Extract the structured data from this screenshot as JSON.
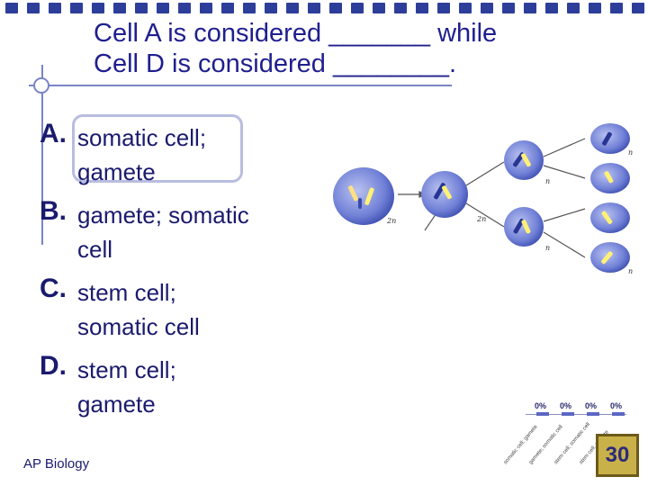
{
  "question": {
    "line1": "Cell A is considered _______ while",
    "line2": "Cell D is considered ________."
  },
  "options": [
    {
      "letter": "A.",
      "line1": "somatic cell;",
      "line2": "gamete"
    },
    {
      "letter": "B.",
      "line1": "gamete; somatic",
      "line2": "cell"
    },
    {
      "letter": "C.",
      "line1": "stem cell;",
      "line2": "somatic cell"
    },
    {
      "letter": "D.",
      "line1": "stem cell;",
      "line2": "gamete"
    }
  ],
  "footer": {
    "course": "AP Biology"
  },
  "diagram": {
    "labels": [
      "2n",
      "2n",
      "n",
      "n",
      "n",
      "n"
    ]
  },
  "responses": {
    "percents": [
      "0%",
      "0%",
      "0%",
      "0%"
    ],
    "values": [
      0,
      0,
      0,
      0
    ],
    "labels": [
      "somatic cell; gamete",
      "gamete; somatic cell",
      "stem cell; somatic cell",
      "stem cell; gamete"
    ]
  },
  "timer": {
    "value": "30"
  },
  "colors": {
    "title": "#1f1f8f",
    "accent": "#2d3e9a",
    "timer_bg": "#c9b14a"
  }
}
